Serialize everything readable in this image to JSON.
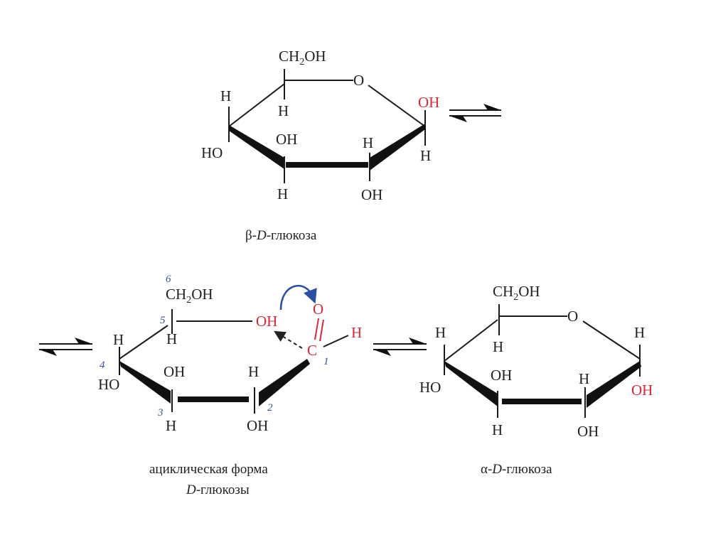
{
  "ch2oh": {
    "ch": "CH",
    "sub": "2",
    "oh": "OH"
  },
  "atoms": {
    "h": "H",
    "o": "O",
    "oh": "OH",
    "ho": "HO",
    "c": "C"
  },
  "numbers": [
    "1",
    "2",
    "3",
    "4",
    "5",
    "6"
  ],
  "captions": {
    "beta": {
      "greek": "β-",
      "d": "D",
      "rest": "-глюкоза"
    },
    "acyclic_line1": "ациклическая форма",
    "acyclic_line2": {
      "d": "D",
      "rest": "-глюкозы"
    },
    "alpha": {
      "greek": "α-",
      "d": "D",
      "rest": "-глюкоза"
    }
  },
  "colors": {
    "highlight": "#d6283a",
    "numbering": "#3a4f9c",
    "arrow": "#2a4fa0"
  }
}
